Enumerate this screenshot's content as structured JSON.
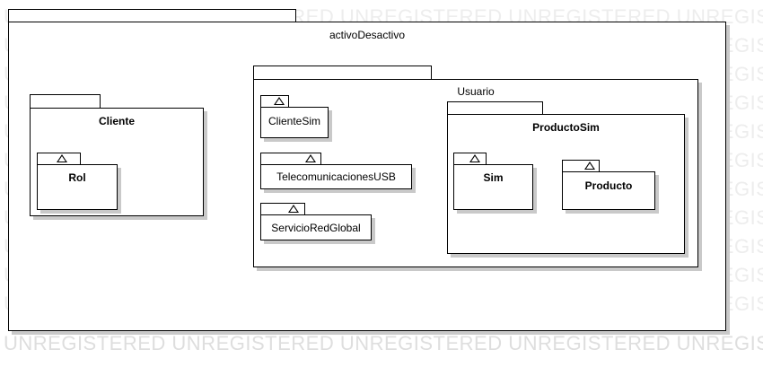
{
  "watermark_text": "UNREGISTERED UNREGISTERED UNREGISTERED UNREGISTERED UNREGISTERED UNREGISTERED UNREGISTERED",
  "packages": {
    "activo_desactivo": "activoDesactivo",
    "cliente": "Cliente",
    "rol": "Rol",
    "usuario": "Usuario",
    "cliente_sim": "ClienteSim",
    "telecomunicaciones_usb": "TelecomunicacionesUSB",
    "servicio_red_global": "ServicioRedGlobal",
    "producto_sim": "ProductoSim",
    "sim": "Sim",
    "producto": "Producto"
  },
  "colors": {
    "line": "#000000",
    "shadow": "#c9c9c9",
    "watermark": "#ededed"
  }
}
